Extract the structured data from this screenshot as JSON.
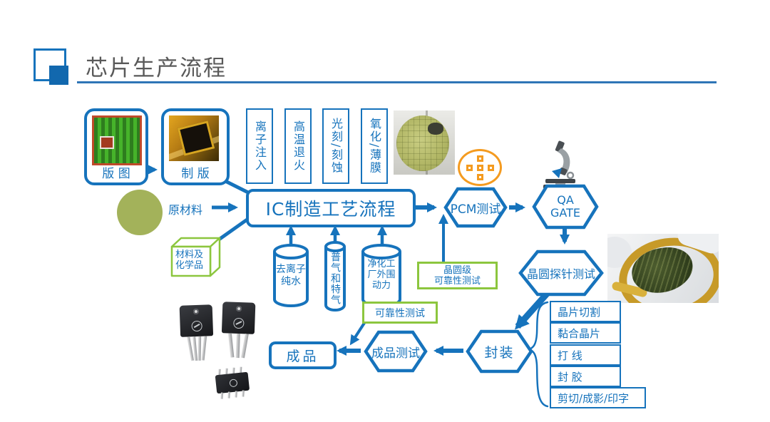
{
  "slide": {
    "title": "芯片生产流程"
  },
  "colors": {
    "primary_blue": "#1673BC",
    "green_accent": "#8CC63E",
    "olive_circle": "#A3B25A",
    "orange_accent": "#F49B20",
    "title_gray": "#595959",
    "underline_blue": "#2E75B6"
  },
  "icons": {
    "title_bullet": "overlapping-squares-icon",
    "pcm_pattern": "wafer-test-pads-icon",
    "microscope": "microscope-icon"
  },
  "images": {
    "layout_photo": "chip-layout-screenshot",
    "mask_photo": "photomask-photo",
    "wafer_photo": "silicon-wafer-photo",
    "probe_photo": "wafer-probing-photo",
    "products_photo": "packaged-transistors-photo"
  },
  "nodes": {
    "layout": {
      "label": "版 图"
    },
    "mask": {
      "label": "制 版"
    },
    "fab_steps": [
      {
        "label": "离子注入"
      },
      {
        "label": "高温退火"
      },
      {
        "label": "光刻/刻蚀"
      },
      {
        "label": "氧化/薄膜"
      }
    ],
    "raw_material": {
      "label": "原材料"
    },
    "ic_process": {
      "label": "IC制造工艺流程"
    },
    "materials": {
      "line1": "材料及",
      "line2": "化学品"
    },
    "cylinders": [
      {
        "line1": "去离子",
        "line2": "纯水"
      },
      {
        "label": "普气和特气"
      },
      {
        "line1": "净化工",
        "line2": "厂外围",
        "line3": "动力"
      }
    ],
    "pcm_test": {
      "label": "PCM测试"
    },
    "qa_gate": {
      "line1": "QA",
      "line2": "GATE"
    },
    "wafer_reliability": {
      "line1": "晶圆级",
      "line2": "可靠性测试"
    },
    "probe_test": {
      "label": "晶圆探针测试"
    },
    "packaging": {
      "label": "封装"
    },
    "package_steps": [
      {
        "label": "晶片切割"
      },
      {
        "label": "黏合晶片"
      },
      {
        "label": "打 线"
      },
      {
        "label": "封 胶"
      },
      {
        "label": "剪切/成影/印字"
      }
    ],
    "final_test": {
      "label": "成品测试"
    },
    "reliability": {
      "label": "可靠性测试"
    },
    "finished": {
      "label": "成品"
    }
  }
}
